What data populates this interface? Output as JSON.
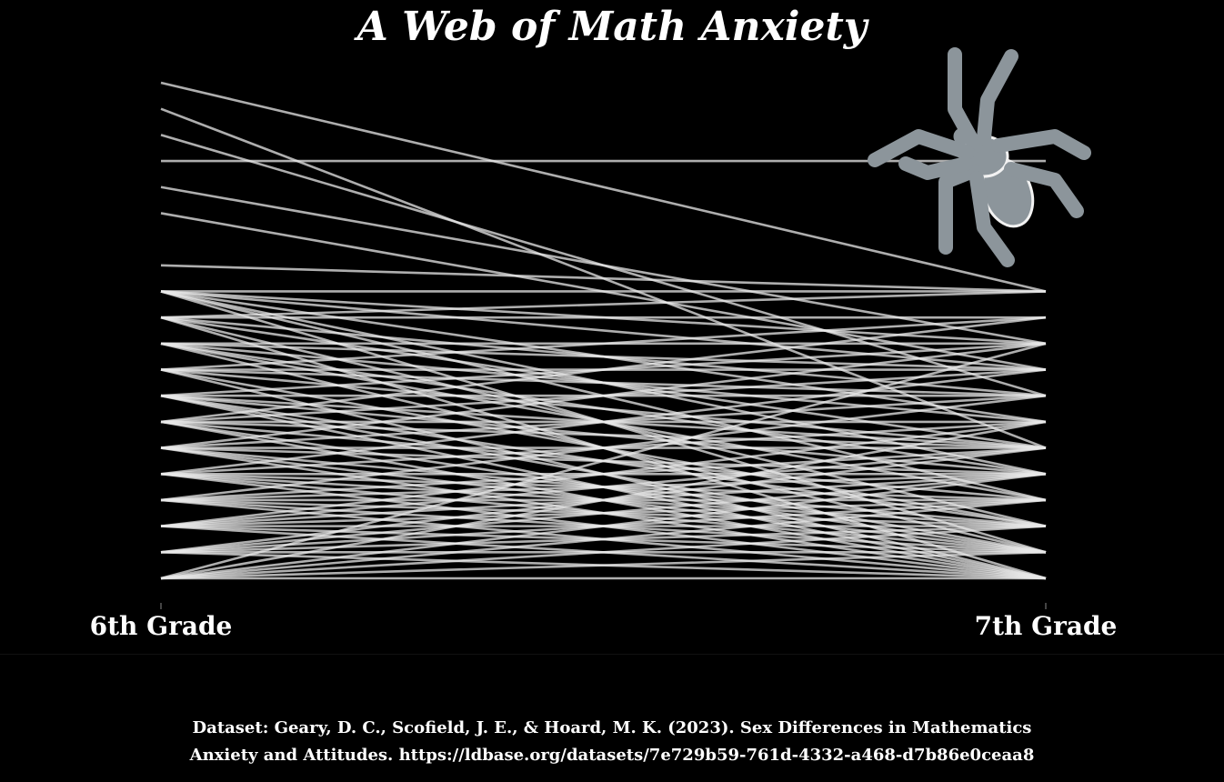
{
  "title": "A Web of Math Anxiety",
  "caption": {
    "line1": "Dataset: Geary, D. C., Scofield, J. E., & Hoard, M. K. (2023). Sex Differences in Mathematics",
    "line2": "Anxiety and Attitudes. https://ldbase.org/datasets/7e729b59-761d-4332-a468-d7b86e0ceaa8"
  },
  "colors": {
    "background": "#000000",
    "line": "#e8e8e8",
    "spider": "#8c959b",
    "text": "#ffffff"
  },
  "icons": {
    "spider": "spider-icon"
  },
  "chart_data": {
    "type": "line",
    "categories": [
      "6th Grade",
      "7th Grade"
    ],
    "xlabel": "",
    "ylabel": "",
    "ylim": [
      1,
      20
    ],
    "grid": false,
    "legend": "none",
    "segments": [
      [
        20,
        12
      ],
      [
        19,
        6
      ],
      [
        18,
        8
      ],
      [
        17,
        17
      ],
      [
        16,
        10
      ],
      [
        15,
        9
      ],
      [
        13,
        12
      ],
      [
        12,
        12
      ],
      [
        12,
        10
      ],
      [
        12,
        7
      ],
      [
        12,
        5
      ],
      [
        12,
        4
      ],
      [
        12,
        9
      ],
      [
        12,
        2
      ],
      [
        11,
        11
      ],
      [
        11,
        8
      ],
      [
        11,
        6
      ],
      [
        11,
        3
      ],
      [
        11,
        12
      ],
      [
        11,
        1
      ],
      [
        10,
        10
      ],
      [
        10,
        9
      ],
      [
        10,
        7
      ],
      [
        10,
        4
      ],
      [
        10,
        2
      ],
      [
        10,
        5
      ],
      [
        9,
        9
      ],
      [
        9,
        6
      ],
      [
        9,
        3
      ],
      [
        9,
        8
      ],
      [
        9,
        1
      ],
      [
        9,
        11
      ],
      [
        8,
        8
      ],
      [
        8,
        10
      ],
      [
        8,
        5
      ],
      [
        8,
        3
      ],
      [
        8,
        2
      ],
      [
        8,
        6
      ],
      [
        8,
        1
      ],
      [
        7,
        7
      ],
      [
        7,
        9
      ],
      [
        7,
        4
      ],
      [
        7,
        1
      ],
      [
        7,
        2
      ],
      [
        7,
        11
      ],
      [
        7,
        6
      ],
      [
        6,
        6
      ],
      [
        6,
        8
      ],
      [
        6,
        3
      ],
      [
        6,
        1
      ],
      [
        6,
        2
      ],
      [
        6,
        5
      ],
      [
        6,
        10
      ],
      [
        5,
        5
      ],
      [
        5,
        7
      ],
      [
        5,
        2
      ],
      [
        5,
        1
      ],
      [
        5,
        4
      ],
      [
        5,
        3
      ],
      [
        5,
        9
      ],
      [
        4,
        4
      ],
      [
        4,
        6
      ],
      [
        4,
        1
      ],
      [
        4,
        2
      ],
      [
        4,
        3
      ],
      [
        4,
        5
      ],
      [
        4,
        8
      ],
      [
        3,
        3
      ],
      [
        3,
        5
      ],
      [
        3,
        1
      ],
      [
        3,
        2
      ],
      [
        3,
        4
      ],
      [
        3,
        7
      ],
      [
        3,
        6
      ],
      [
        2,
        2
      ],
      [
        2,
        4
      ],
      [
        2,
        1
      ],
      [
        2,
        3
      ],
      [
        2,
        6
      ],
      [
        2,
        5
      ],
      [
        1,
        1
      ],
      [
        1,
        3
      ],
      [
        1,
        2
      ],
      [
        1,
        4
      ],
      [
        1,
        5
      ],
      [
        1,
        7
      ],
      [
        1,
        10
      ]
    ]
  }
}
